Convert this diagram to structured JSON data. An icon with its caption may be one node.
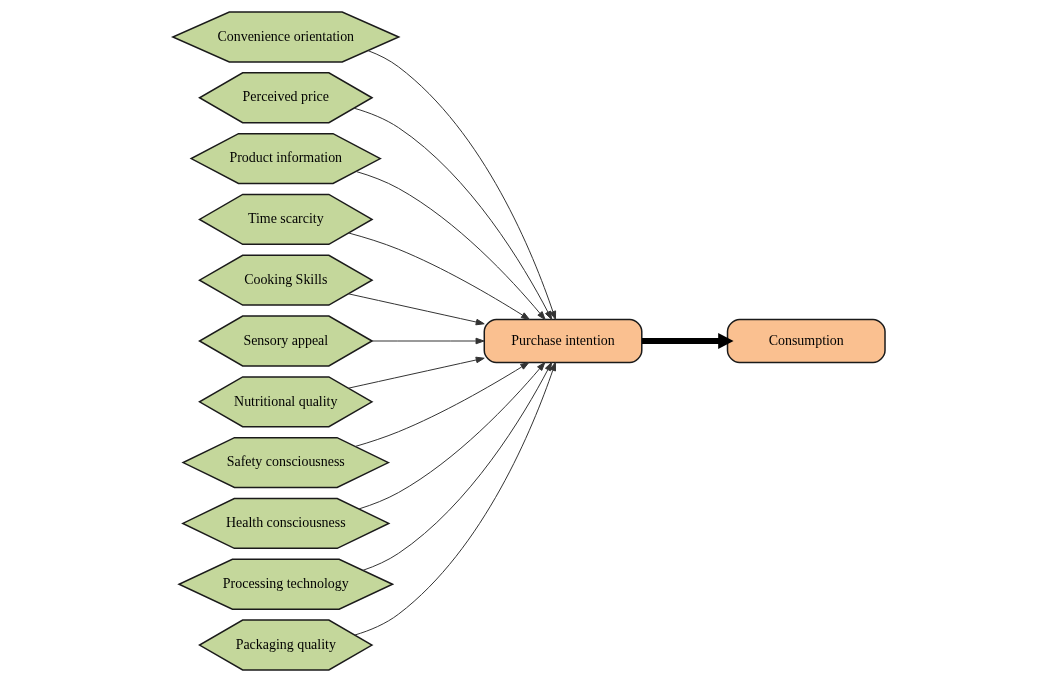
{
  "diagram": {
    "nodes": [
      {
        "text": [
          "Convenience orientation"
        ]
      },
      {
        "text": [
          "Perceived price"
        ]
      },
      {
        "text": [
          "Product information"
        ]
      },
      {
        "text": [
          "Time scarcity"
        ]
      },
      {
        "text": [
          "Cooking Skills"
        ]
      },
      {
        "text": [
          "Purchase intention"
        ]
      },
      {
        "text": [
          "Consumption"
        ]
      },
      {
        "text": [
          "Sensory appeal"
        ]
      },
      {
        "text": [
          "Nutritional quality"
        ]
      },
      {
        "text": [
          "Safety consciousness"
        ]
      },
      {
        "text": [
          "Health consciousness"
        ]
      },
      {
        "text": [
          "Processing technology"
        ]
      },
      {
        "text": [
          "Packaging quality"
        ]
      }
    ],
    "edges": [
      {
        "from": 0,
        "to": 5,
        "arrow": "to"
      },
      {
        "from": 1,
        "to": 5,
        "arrow": "to"
      },
      {
        "from": 2,
        "to": 5,
        "arrow": "to"
      },
      {
        "from": 3,
        "to": 5,
        "arrow": "to"
      },
      {
        "from": 4,
        "to": 5,
        "arrow": "to"
      },
      {
        "from": 7,
        "to": 5,
        "arrow": "to"
      },
      {
        "from": 8,
        "to": 5,
        "arrow": "to"
      },
      {
        "from": 9,
        "to": 5,
        "arrow": "to"
      },
      {
        "from": 10,
        "to": 5,
        "arrow": "to"
      },
      {
        "from": 11,
        "to": 5,
        "arrow": "to"
      },
      {
        "from": 12,
        "to": 5,
        "arrow": "to"
      },
      {
        "from": 5,
        "to": 6,
        "arrow": "to",
        "style": "thick"
      }
    ]
  }
}
